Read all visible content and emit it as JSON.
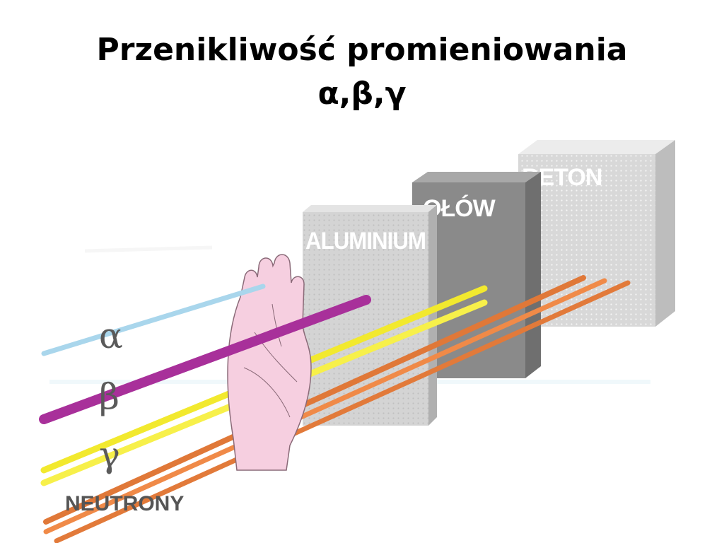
{
  "slide": {
    "title_line1": "Przenikliwość promieniowania",
    "title_line2": "α,β,γ"
  },
  "blocks": {
    "aluminium": "ALUMINIUM",
    "olow": "OŁÓW",
    "beton": "BETON"
  },
  "radiation_labels": {
    "alpha": "α",
    "beta": "β",
    "gamma": "γ",
    "neutrons": "NEUTRONY"
  },
  "colors": {
    "alpha_ray": "#a9d6ec",
    "beta_ray": "#a8309a",
    "gamma_ray": "#f4ee3a",
    "neutron_ray": "#e07838",
    "hand": "#f6cfe0",
    "aluminium": "#d4d4d4",
    "olow": "#8a8a8a",
    "beton": "#d8d8d8"
  },
  "icons": {
    "hand": "hand-icon"
  }
}
